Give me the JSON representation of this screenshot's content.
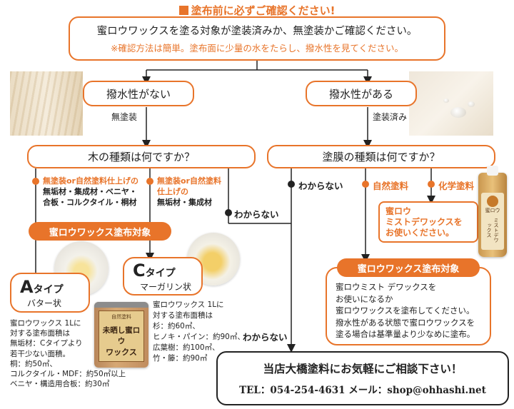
{
  "header": {
    "title": "塗布前に必ずご確認ください!"
  },
  "top_box": {
    "line1": "蜜ロウワックスを塗る対象が塗装済みか、無塗装かご確認ください。",
    "line2": "※確認方法は簡単。塗布面に少量の水をたらし、撥水性を見てください。"
  },
  "left_branch": {
    "title": "撥水性がない",
    "caption": "無塗装"
  },
  "right_branch": {
    "title": "撥水性がある",
    "caption": "塗装済み"
  },
  "wood_question": "木の種類は何ですか？",
  "coating_question": "塗膜の種類は何ですか？",
  "wood_opt1": {
    "orange": "無塗装or自然塗料仕上げの",
    "line2": "無垢材・集成材・ベニヤ・",
    "line3": "合板・コルクタイル・桐材"
  },
  "wood_opt2": {
    "orange1": "無塗装or自然塗料",
    "orange2": "仕上げの",
    "line3": "無垢材・集成材"
  },
  "unknown_label": "わからない",
  "coating_opts": {
    "unknown": "わからない",
    "natural": "自然塗料",
    "chemical": "化学塗料"
  },
  "mist_note": {
    "line1": "蜜ロウ",
    "line2": "ミストデワックスを",
    "line3": "お使いください。"
  },
  "target_label": "蜜ロウワックス塗布対象",
  "type_a": {
    "letter": "A",
    "suffix": "タイプ",
    "sub": "バター状"
  },
  "type_c": {
    "letter": "C",
    "suffix": "タイプ",
    "sub": "マーガリン状"
  },
  "a_info": [
    "蜜ロウワックス 1Lに",
    "対する塗布面積は",
    "無垢材：Cタイプより",
    "若干少ない面積。",
    "桐：約50㎡、",
    "コルクタイル・MDF：約50㎡以上",
    "ベニヤ・構造用合板：約30㎡"
  ],
  "c_info": [
    "蜜ロウワックス 1Lに",
    "対する塗布面積は",
    "杉：約60㎡、",
    "ヒノキ・パイン：約90㎡、",
    "広葉樹：約100㎡、",
    "竹・籐：約90㎡"
  ],
  "can_label": {
    "line1": "未晒し蜜ロウ",
    "line2": "ワックス",
    "top": "自然塗料"
  },
  "bottle_label": {
    "line1": "蜜ロウ",
    "line2": "ミストデワックス"
  },
  "right_target_box": {
    "lines": [
      "蜜ロウミスト デワックスを",
      "お使いになるか",
      "蜜ロウワックスを塗布してください。",
      "撥水性がある状態で蜜ロウワックスを",
      "塗る場合は基準量より少なめに塗布。"
    ]
  },
  "unknown_bottom": "わからない",
  "contact": {
    "line1": "当店大橋塗料にお気軽にご相談下さい！",
    "line2": "TEL：054-254-4631 メール：shop@ohhashi.net"
  },
  "colors": {
    "accent": "#e8742a",
    "text": "#222222"
  }
}
